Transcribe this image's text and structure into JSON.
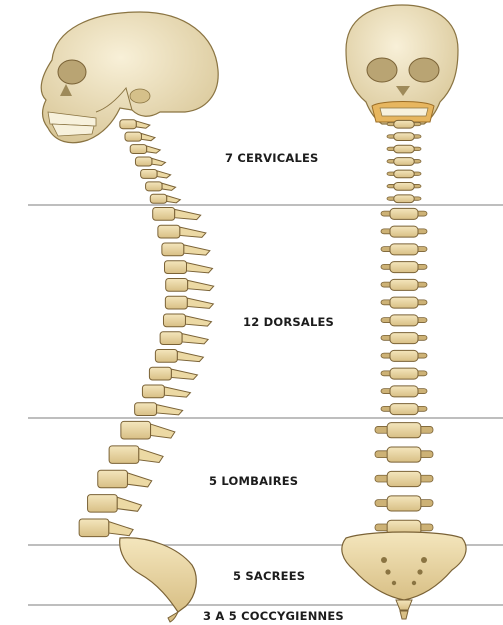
{
  "regions": [
    {
      "id": "cervicales",
      "label": "7 CERVICALES",
      "count": 7
    },
    {
      "id": "dorsales",
      "label": "12 DORSALES",
      "count": 12
    },
    {
      "id": "lombaires",
      "label": "5 LOMBAIRES",
      "count": 5
    },
    {
      "id": "sacrees",
      "label": "5 SACREES",
      "count": 5
    },
    {
      "id": "coccygiennes",
      "label": "3 A 5 COCCYGIENNES"
    }
  ],
  "colors": {
    "bone_fill": "#ecd9a4",
    "bone_shade": "#cdb276",
    "bone_outline": "#7a6236",
    "divider": "#a9a9a9",
    "skull": "#f1e6c4"
  }
}
